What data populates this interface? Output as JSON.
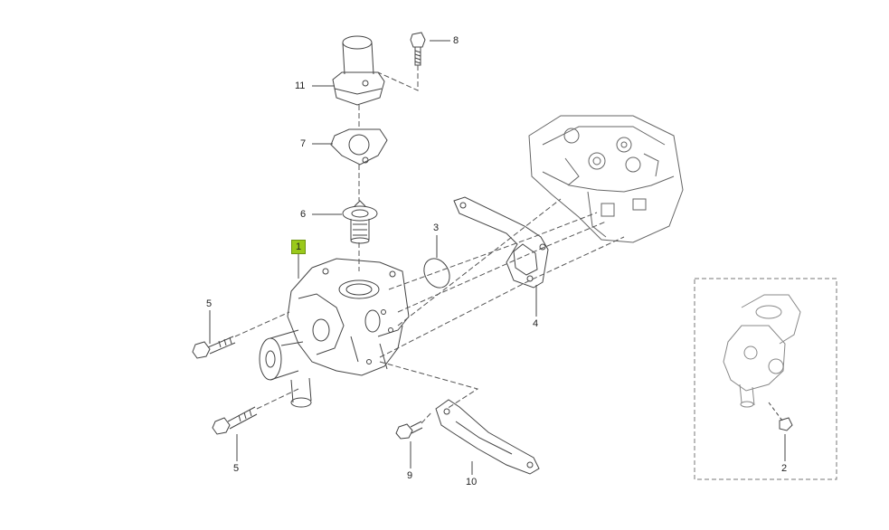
{
  "callouts": {
    "part_1": "1",
    "part_2": "2",
    "part_3": "3",
    "part_4": "4",
    "part_5a": "5",
    "part_5b": "5",
    "part_6": "6",
    "part_7": "7",
    "part_8": "8",
    "part_9": "9",
    "part_10": "10",
    "part_11": "11"
  },
  "colors": {
    "line": "#444444",
    "highlight": "#9ac91b",
    "inset_border": "#777777"
  }
}
